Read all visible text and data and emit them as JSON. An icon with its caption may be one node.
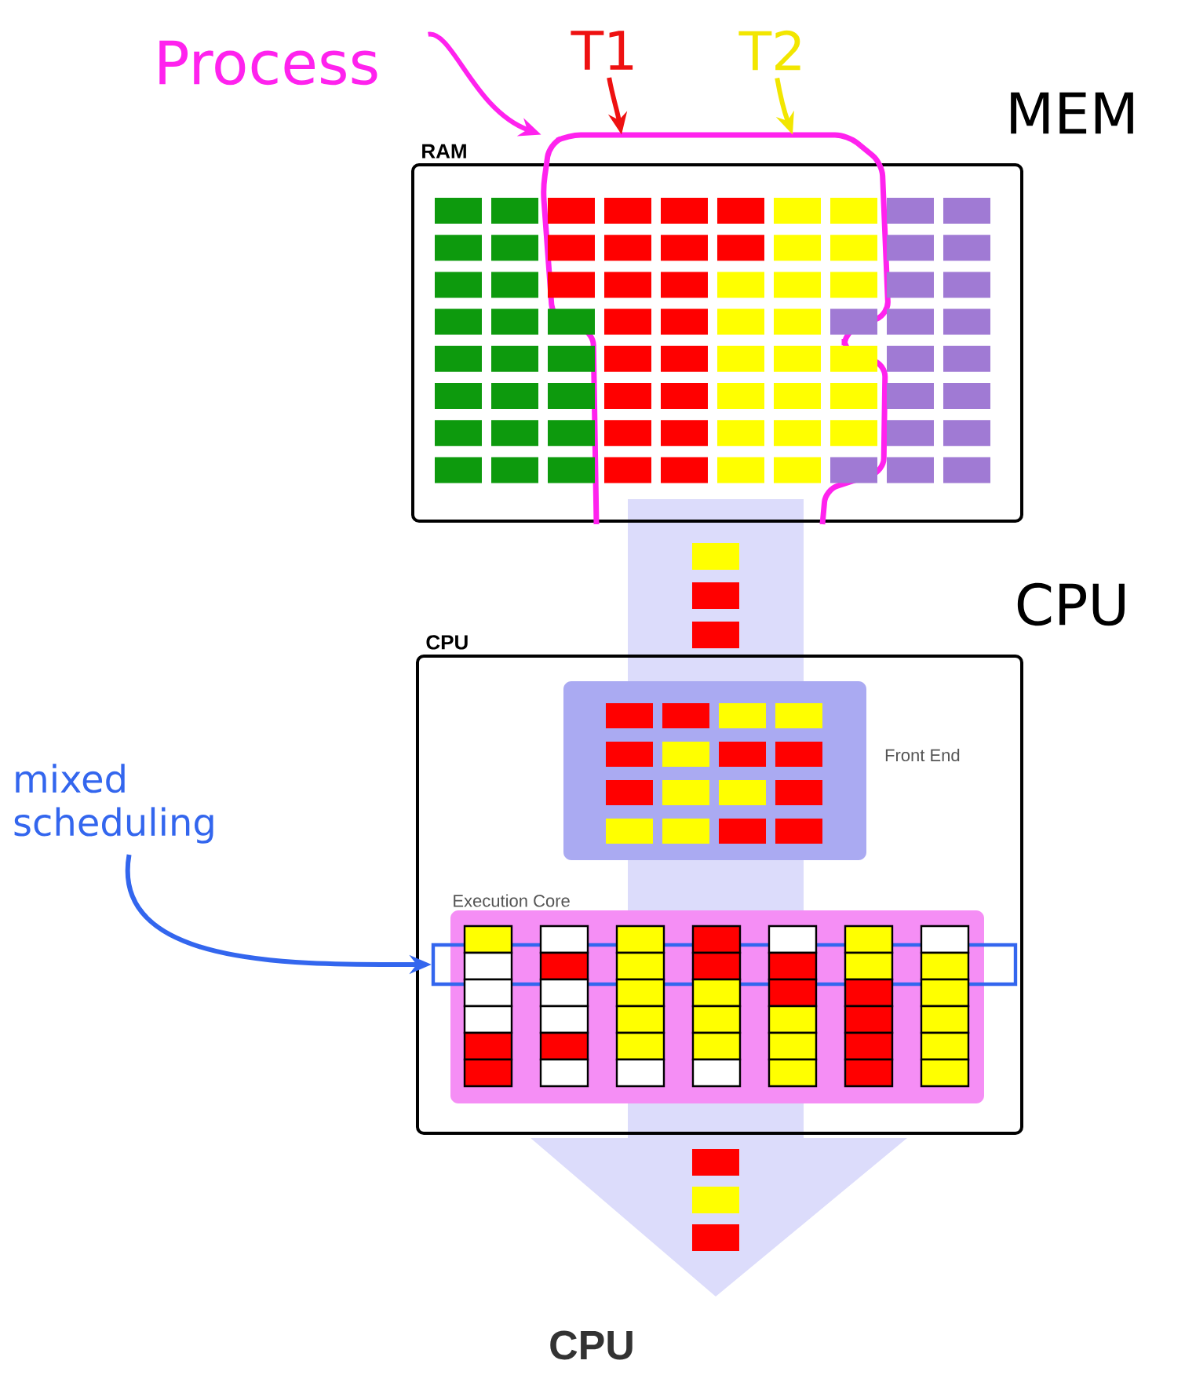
{
  "diagram": {
    "caption": "CPU",
    "nodes": [
      {
        "text": [
          "Process"
        ]
      },
      {
        "text": [
          "T1"
        ]
      },
      {
        "text": [
          "T2"
        ]
      },
      {
        "text": [
          "RAM"
        ]
      },
      {
        "text": [],
        "shape": "outline"
      },
      {
        "text": [
          "CPU"
        ]
      },
      {
        "text": [
          "Front End"
        ],
        "in": 5
      },
      {
        "text": [
          "Execution Core"
        ],
        "in": 5
      },
      {
        "text": [
          "mixed scheduling"
        ]
      },
      {
        "text": [],
        "shape": "box",
        "in": 5
      }
    ],
    "edges": [
      {
        "from": 0,
        "to": 4,
        "arrow": "to",
        "color": "#ff22ee"
      },
      {
        "from": 1,
        "to": 4,
        "arrow": "to",
        "color": "#ee1111"
      },
      {
        "from": 2,
        "to": 4,
        "arrow": "to",
        "color": "#f2e600"
      },
      {
        "from": 8,
        "to": 9,
        "arrow": "to",
        "color": "#3366ee"
      }
    ],
    "labels": [
      "MEM",
      "CPU"
    ]
  }
}
